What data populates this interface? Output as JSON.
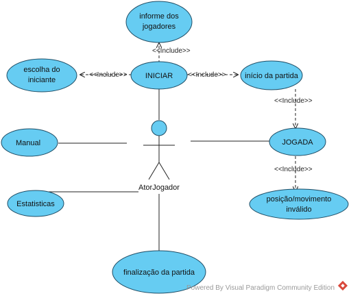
{
  "colors": {
    "usecase_fill": "#66CCF2",
    "usecase_stroke": "#1E4C64",
    "line": "#222222",
    "watermark": "#9a9a9a",
    "logo": "#D9483B"
  },
  "actor": {
    "name": "AtorJogador"
  },
  "use_cases": {
    "informe": {
      "lines": [
        "informe dos",
        "jogadores"
      ]
    },
    "escolha": {
      "lines": [
        "escolha do",
        "iniciante"
      ]
    },
    "iniciar": {
      "lines": [
        "INICIAR"
      ]
    },
    "inicio_partida": {
      "lines": [
        "início da partida"
      ]
    },
    "manual": {
      "lines": [
        "Manual"
      ]
    },
    "jogada": {
      "lines": [
        "JOGADA"
      ]
    },
    "estatisticas": {
      "lines": [
        "Estatisticas"
      ]
    },
    "posicao": {
      "lines": [
        "posição/movimento",
        "inválido"
      ]
    },
    "finalizacao": {
      "lines": [
        "finalização da partida"
      ]
    }
  },
  "relations": {
    "iniciar_informe": "<<Include>>",
    "iniciar_escolha": "<<Include>>",
    "iniciar_inicio": "<<Include>>",
    "inicio_jogada": "<<Include>>",
    "jogada_posicao": "<<Include>>"
  },
  "watermark": {
    "text": "Powered By  Visual Paradigm Community Edition",
    "logo_icon": "visual-paradigm-logo-icon"
  }
}
